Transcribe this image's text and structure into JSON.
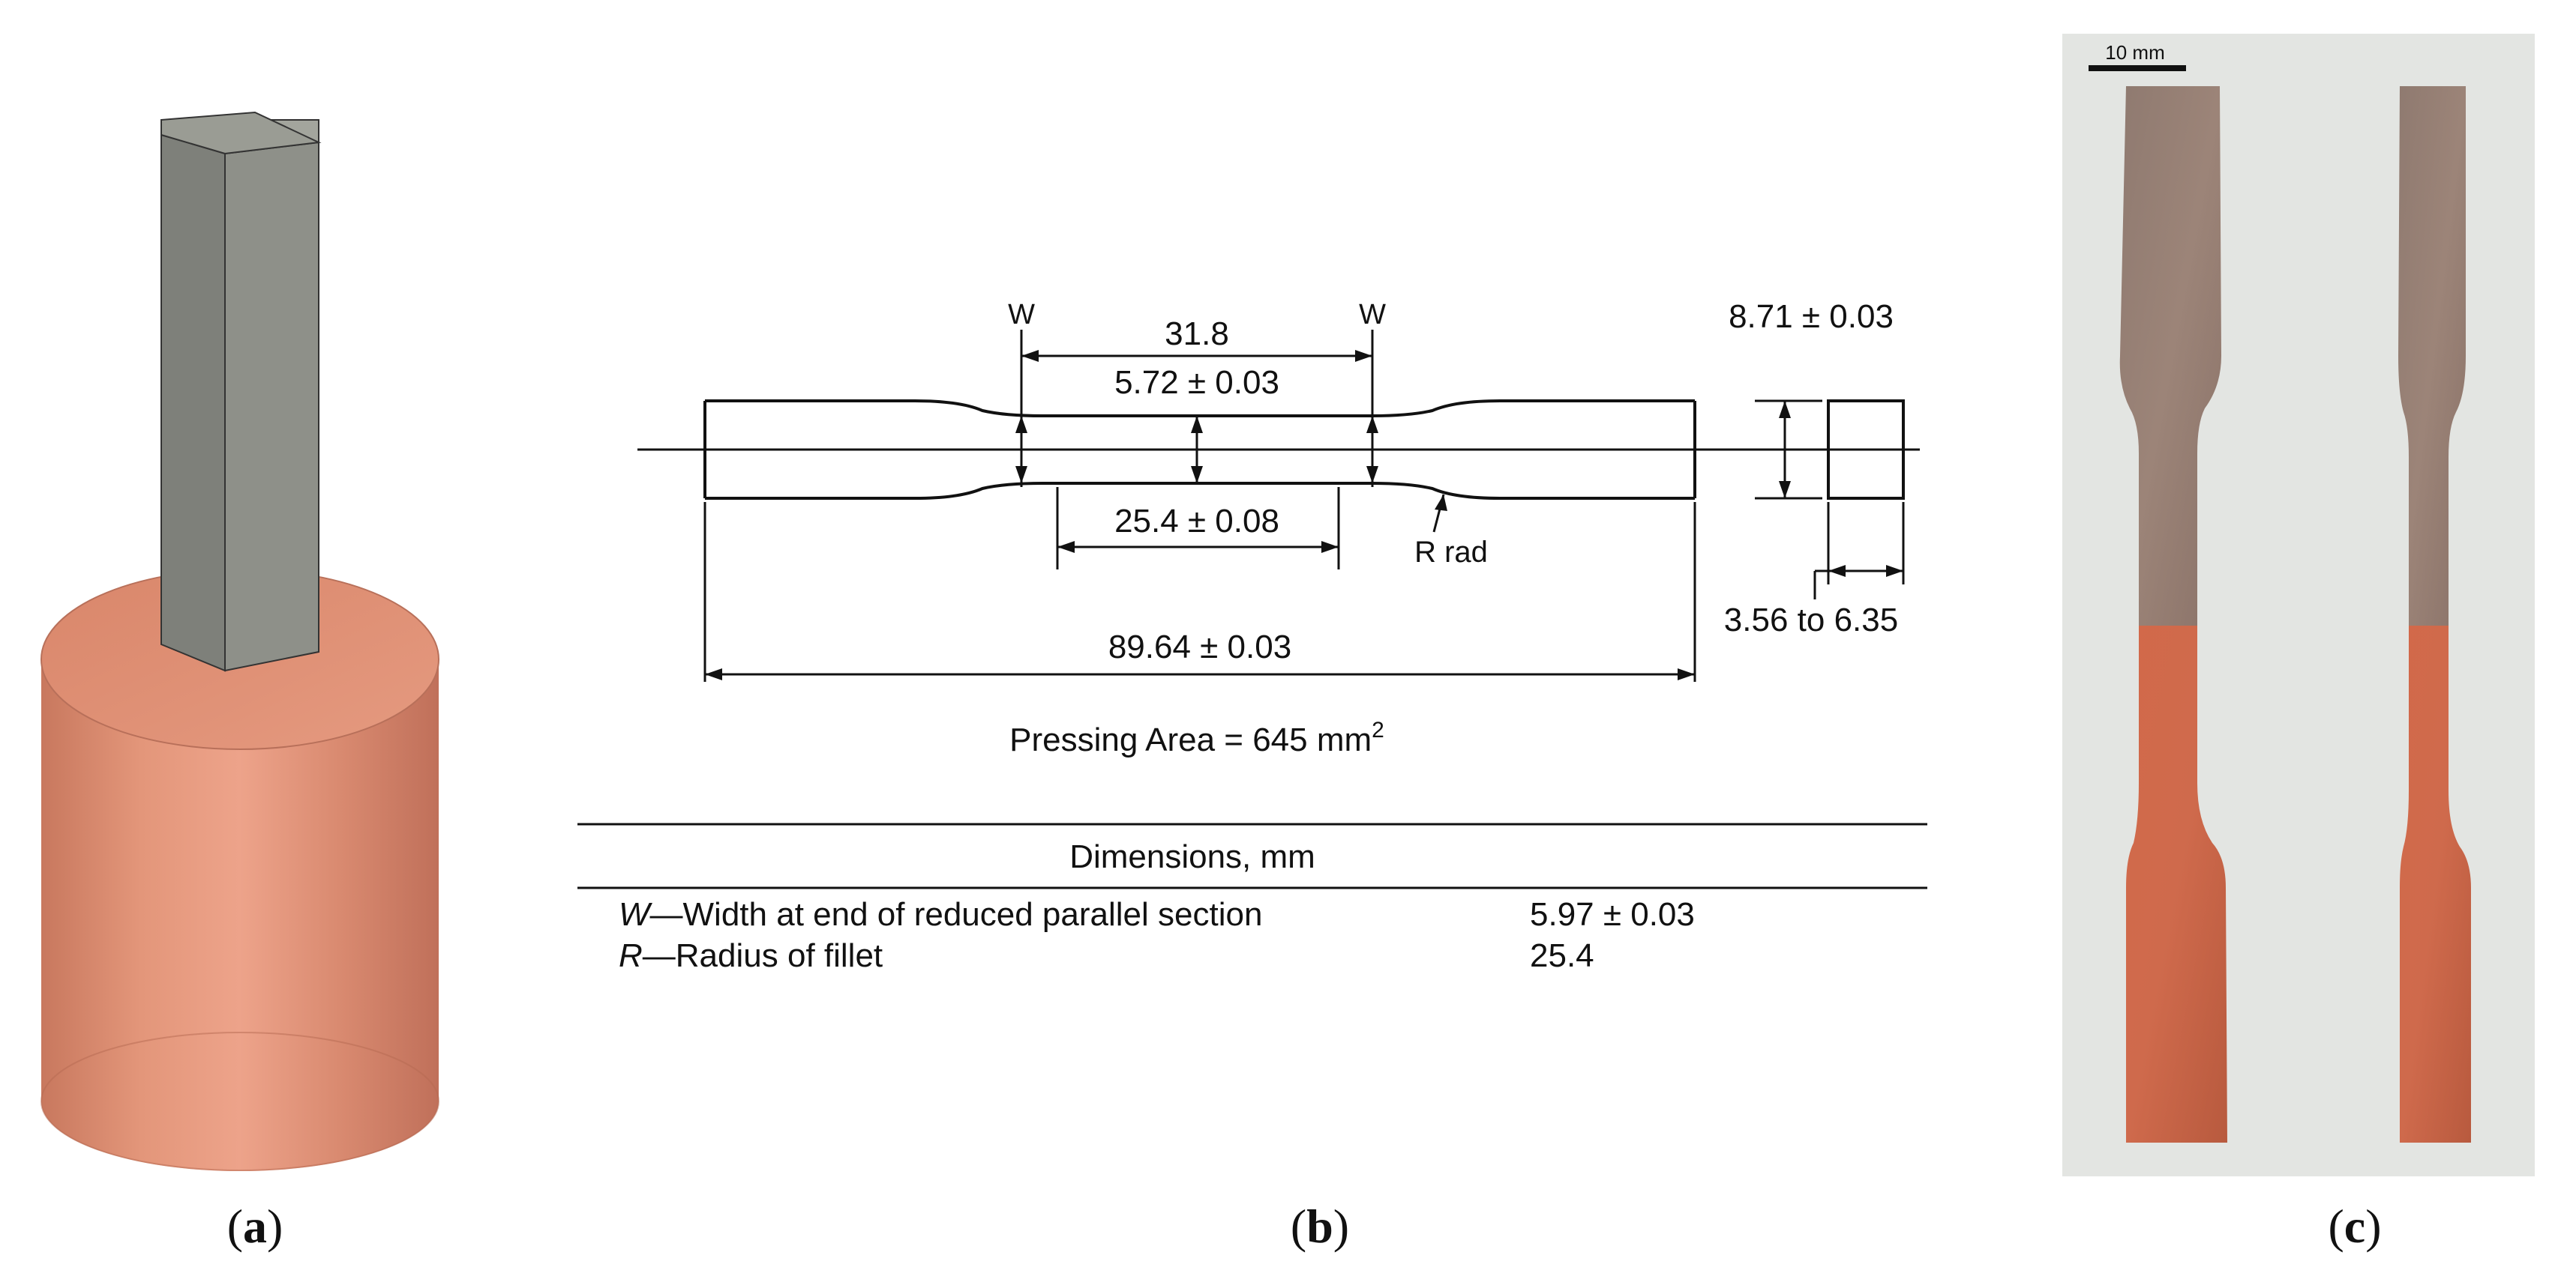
{
  "panel_a": {
    "caption_open": "(",
    "caption_letter": "a",
    "caption_close": ")"
  },
  "panel_b": {
    "dims": {
      "w_left": "W",
      "w_right": "W",
      "gauge_span": "31.8",
      "width_reduced": "5.72 ± 0.03",
      "parallel_length": "25.4 ± 0.08",
      "r_rad": "R rad",
      "overall_length": "89.64 ± 0.03",
      "grip_width": "8.71 ± 0.03",
      "thickness": "3.56 to 6.35"
    },
    "pressing_area": {
      "label": "Pressing Area = 645 mm",
      "superscript": "2"
    },
    "table": {
      "header": "Dimensions, mm",
      "rows": [
        {
          "symbol": "W",
          "description": "—Width at end of reduced parallel section",
          "value": "5.97 ± 0.03"
        },
        {
          "symbol": "R",
          "description": "—Radius of fillet",
          "value": "25.4"
        }
      ]
    },
    "caption_open": "(",
    "caption_letter": "b",
    "caption_close": ")"
  },
  "panel_c": {
    "scale_bar_label": "10 mm",
    "caption_open": "(",
    "caption_letter": "c",
    "caption_close": ")"
  },
  "colors": {
    "copper": "#d9876a",
    "copper_dark": "#c26a4c",
    "steel": "#8f918a",
    "photo_bg": "#e4e6e3"
  }
}
